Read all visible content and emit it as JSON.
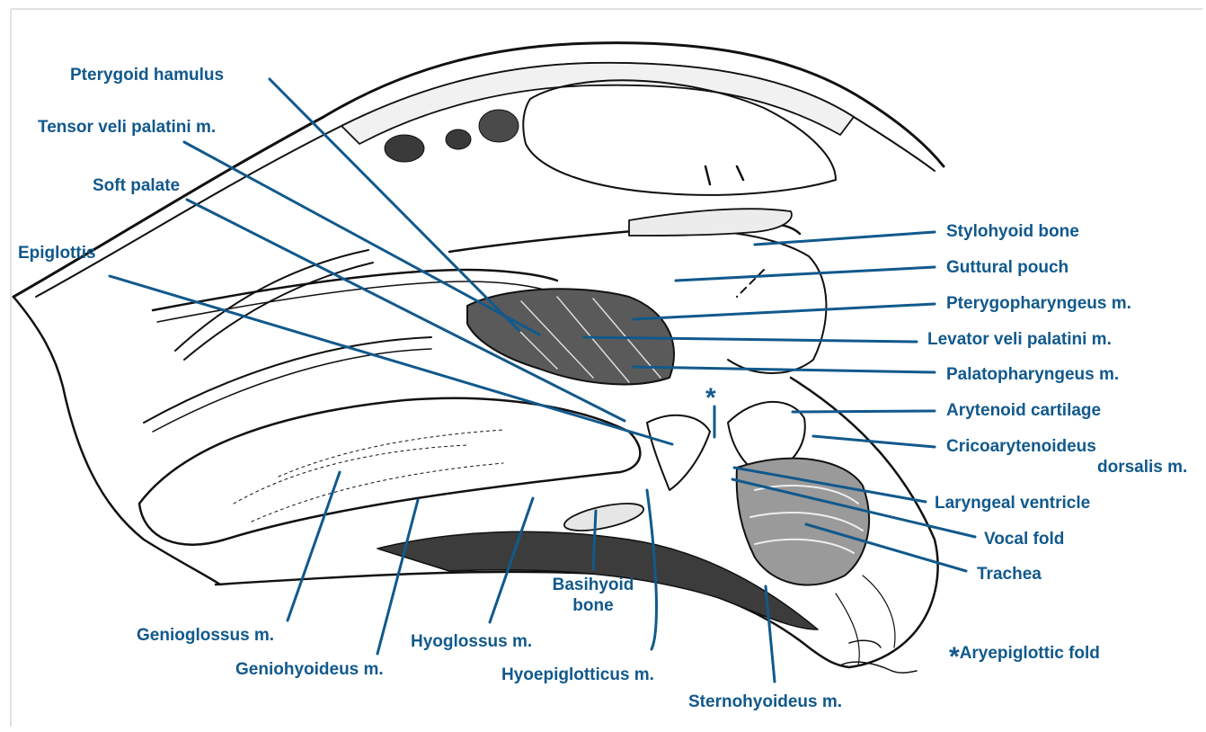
{
  "colors": {
    "label": "#11598c",
    "ink": "#111111",
    "paper": "#ffffff"
  },
  "labels": {
    "pterygoid_hamulus": "Pterygoid hamulus",
    "tensor_veli_palatini": "Tensor veli palatini m.",
    "soft_palate": "Soft palate",
    "epiglottis": "Epiglottis",
    "stylohyoid_bone": "Stylohyoid bone",
    "guttural_pouch": "Guttural pouch",
    "pterygopharyngeus": "Pterygopharyngeus m.",
    "levator_veli_palatini": "Levator veli palatini m.",
    "palatopharyngeus": "Palatopharyngeus m.",
    "arytenoid_cartilage": "Arytenoid cartilage",
    "cricoarytenoideus_1": "Cricoarytenoideus",
    "cricoarytenoideus_2": "dorsalis m.",
    "laryngeal_ventricle": "Laryngeal ventricle",
    "vocal_fold": "Vocal fold",
    "trachea": "Trachea",
    "genioglossus": "Genioglossus m.",
    "geniohyoideus": "Geniohyoideus m.",
    "hyoglossus": "Hyoglossus m.",
    "basihyoid_1": "Basihyoid",
    "basihyoid_2": "bone",
    "hyoepiglotticus": "Hyoepiglotticus m.",
    "sternohyoideus": "Sternohyoideus m.",
    "aryepiglottic_star": "*",
    "aryepiglottic_text": "Aryepiglottic fold",
    "center_star": "*"
  }
}
